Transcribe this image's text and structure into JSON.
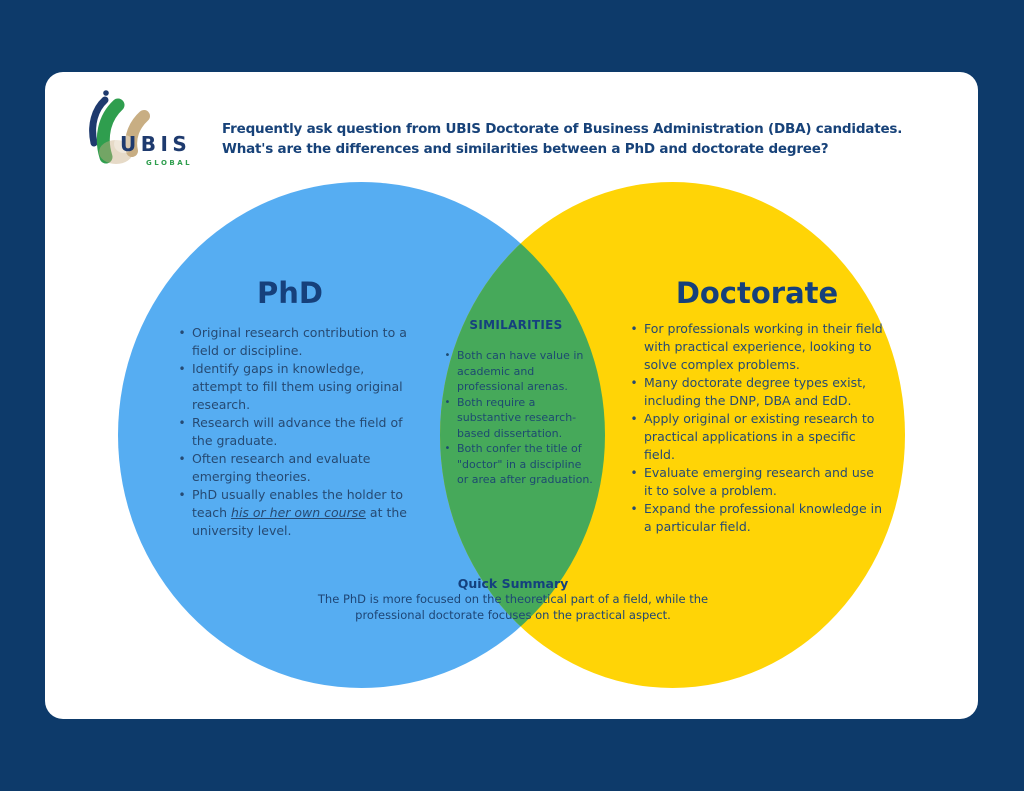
{
  "page": {
    "background_color": "#0d3a6a",
    "card_color": "#ffffff"
  },
  "logo": {
    "name": "UBIS",
    "tagline": "GLOBAL",
    "navy": "#1e3a6e",
    "green": "#2f9e4e",
    "tan": "#c8ae83"
  },
  "header": {
    "line1": "Frequently ask question from UBIS Doctorate of Business Administration (DBA) candidates.",
    "line2": "What's are the differences and similarities between a PhD and doctorate degree?"
  },
  "venn": {
    "left": {
      "title": "PhD",
      "color": "#56adf2",
      "items": [
        "Original research contribution to a field or discipline.",
        "Identify gaps in knowledge, attempt to fill them using original research.",
        "Research will advance the field of the graduate.",
        "Often research and evaluate emerging theories.",
        {
          "pre": "PhD usually enables the holder to teach ",
          "em": "his or her own course",
          "post": " at the university level."
        }
      ]
    },
    "middle": {
      "title": "SIMILARITIES",
      "color": "#46a95a",
      "items": [
        "Both can have value in academic and professional arenas.",
        "Both require a substantive research-based dissertation.",
        "Both confer the title of \"doctor\" in a discipline or area after graduation."
      ]
    },
    "right": {
      "title": "Doctorate",
      "color": "#ffd406",
      "items": [
        "For professionals working in their field with practical experience, looking to solve complex problems.",
        "Many doctorate degree types exist, including the DNP, DBA and EdD.",
        "Apply original or existing research to practical applications in a specific field.",
        "Evaluate emerging research and use it to solve a problem.",
        "Expand the professional knowledge in a particular field."
      ]
    }
  },
  "summary": {
    "title": "Quick Summary",
    "line1": "The PhD is more focused on the theoretical part of a field, while the",
    "line2": "professional doctorate focuses on the practical aspect."
  }
}
